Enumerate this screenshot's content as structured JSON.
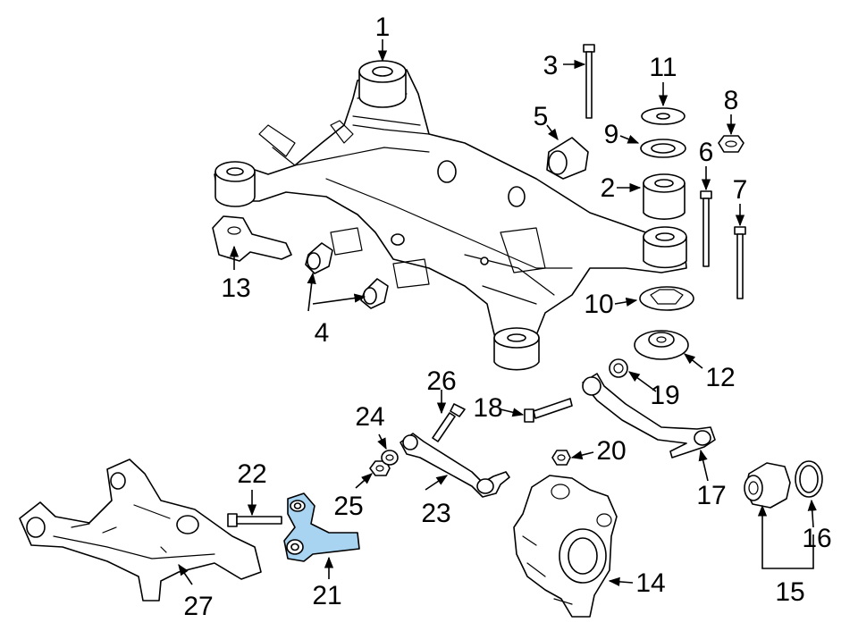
{
  "highlight_color": "#a8d4f2",
  "callouts": [
    "1",
    "2",
    "3",
    "4",
    "5",
    "6",
    "7",
    "8",
    "9",
    "10",
    "11",
    "12",
    "13",
    "14",
    "15",
    "16",
    "17",
    "18",
    "19",
    "20",
    "21",
    "22",
    "23",
    "24",
    "25",
    "26",
    "27"
  ],
  "highlighted_part": "21"
}
